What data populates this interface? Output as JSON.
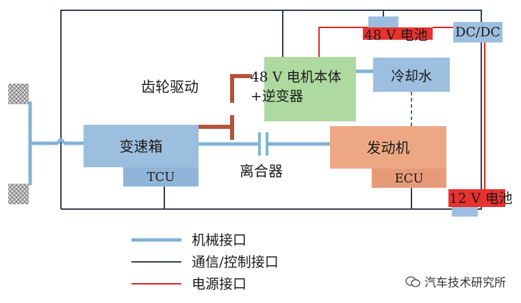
{
  "components": {
    "gear_drive": "齿轮驱动",
    "motor": "48 V 电机本体\n+逆变器",
    "coolant": "冷却水",
    "battery48": "48 V 电池",
    "dcdc": "DC/DC",
    "gearbox": "变速箱",
    "tcu": "TCU",
    "clutch": "离合器",
    "engine": "发动机",
    "ecu": "ECU",
    "battery12": "12 V 电池"
  },
  "legend": [
    {
      "label": "机械接口",
      "color": "#7fb3d8"
    },
    {
      "label": "通信/控制接口",
      "color": "#2b3a4a"
    },
    {
      "label": "电源接口",
      "color": "#e02020"
    }
  ],
  "watermark": "汽车技术研究所",
  "colors": {
    "mechanical": "#7fb3d8",
    "comm": "#2b3a4a",
    "power": "#e02020",
    "gear": "#b0553a"
  }
}
